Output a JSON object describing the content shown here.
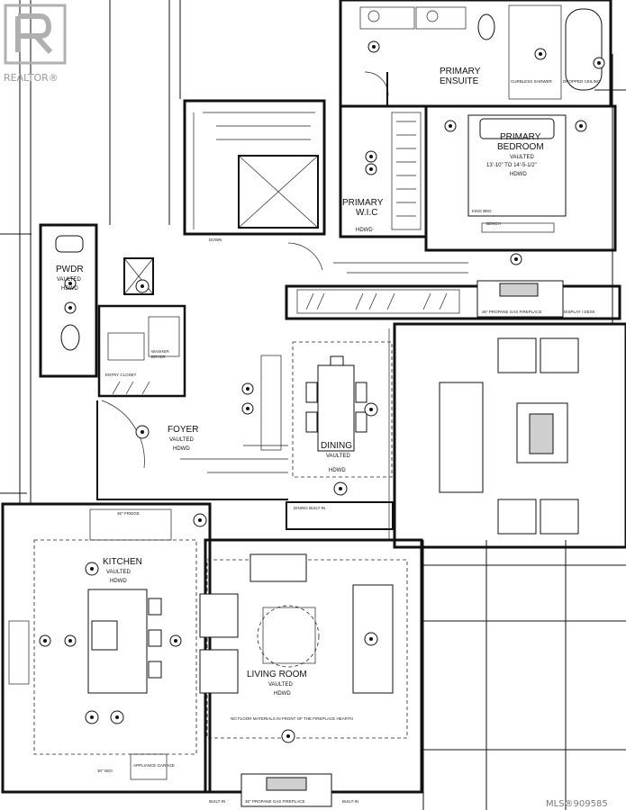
{
  "watermark": {
    "brand": "REALTOR®",
    "mls": "MLS®909585"
  },
  "rooms": {
    "primary_ensuite": {
      "title_1": "PRIMARY",
      "title_2": "ENSUITE",
      "note_1": "CURBLESS SHOWER",
      "note_2": "DROPPED CEILING"
    },
    "primary_bedroom": {
      "title_1": "PRIMARY",
      "title_2": "BEDROOM",
      "sub": "VAULTED",
      "dims": "13'-10\" TO 14'-5-1/2\"",
      "tag": "HDWD"
    },
    "primary_wic": {
      "title_1": "PRIMARY",
      "title_2": "W.I.C",
      "tag": "HDWD"
    },
    "powder": {
      "title": "PWDR",
      "sub": "VAULTED",
      "tag": "HDWD"
    },
    "foyer": {
      "title": "FOYER",
      "sub": "VAULTED",
      "tag": "HDWD"
    },
    "dining": {
      "title": "DINING",
      "sub": "VAULTED",
      "tag": "HDWD"
    },
    "kitchen": {
      "title": "KITCHEN",
      "sub": "VAULTED",
      "tag": "HDWD"
    },
    "living_room": {
      "title": "LIVING ROOM",
      "sub": "VAULTED",
      "tag": "HDWD"
    }
  },
  "notes": {
    "down": "DOWN",
    "entry_closet": "ENTRY CLOSET",
    "washer": "WASHER",
    "dryer": "DRYER",
    "fireplace_primary": "36\" PROPANE GAS FIREPLACE",
    "display_desk": "DISPLAY / DESK",
    "fireplace_living": "36\" PROPANE GAS FIREPLACE",
    "appliance_garage": "APPLIANCE GARAGE",
    "wo": "30\" W/O",
    "fridge": "36\" FRIDGE",
    "living_note": "NO FLOOR MATERIALS IN FRONT OF THE FIREPLACE HEARTH",
    "built_in_left": "BUILT-IN",
    "built_in_right": "BUILT-IN",
    "king_bed": "KING BED",
    "bench": "BENCH",
    "dining_built_in": "DINING BUILT-IN"
  }
}
